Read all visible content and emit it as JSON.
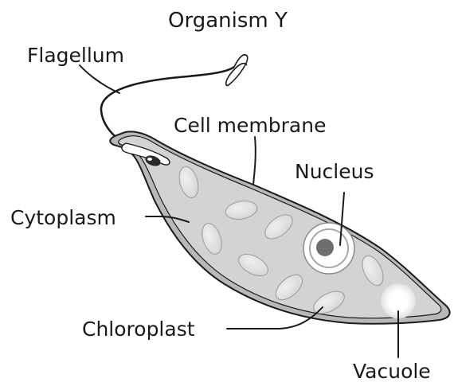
{
  "diagram": {
    "title": "Organism Y",
    "labels": {
      "flagellum": "Flagellum",
      "cell_membrane": "Cell membrane",
      "nucleus": "Nucleus",
      "cytoplasm": "Cytoplasm",
      "chloroplast": "Chloroplast",
      "vacuole": "Vacuole"
    },
    "colors": {
      "outline": "#1a1a1a",
      "cytoplasm_fill": "#d3d3d3",
      "membrane_fill": "#b8b8b8",
      "chloroplast_fill": "#e4e4e4",
      "nucleus_dot": "#6e6e6e",
      "vacuole_fill": "#ffffff"
    }
  }
}
